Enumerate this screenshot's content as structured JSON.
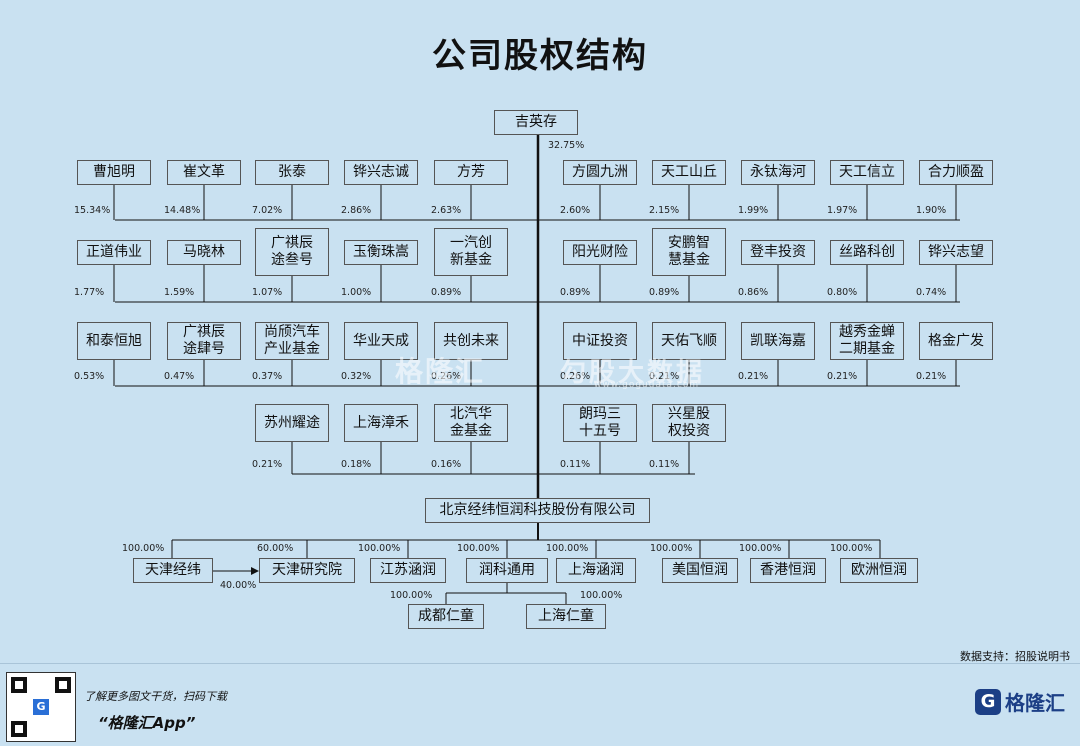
{
  "title": "公司股权结构",
  "root": {
    "name": "吉英存",
    "pct": "32.75%"
  },
  "shareholders": [
    {
      "name": "曹旭明",
      "pct": "15.34%"
    },
    {
      "name": "崔文革",
      "pct": "14.48%"
    },
    {
      "name": "张泰",
      "pct": "7.02%"
    },
    {
      "name": "铧兴志诚",
      "pct": "2.86%"
    },
    {
      "name": "方芳",
      "pct": "2.63%"
    },
    {
      "name": "方圆九洲",
      "pct": "2.60%"
    },
    {
      "name": "天工山丘",
      "pct": "2.15%"
    },
    {
      "name": "永钛海河",
      "pct": "1.99%"
    },
    {
      "name": "天工信立",
      "pct": "1.97%"
    },
    {
      "name": "合力顺盈",
      "pct": "1.90%"
    },
    {
      "name": "正道伟业",
      "pct": "1.77%"
    },
    {
      "name": "马晓林",
      "pct": "1.59%"
    },
    {
      "name": "广祺辰途叁号",
      "pct": "1.07%"
    },
    {
      "name": "玉衡珠嵩",
      "pct": "1.00%"
    },
    {
      "name": "一汽创新基金",
      "pct": "0.89%"
    },
    {
      "name": "阳光财险",
      "pct": "0.89%"
    },
    {
      "name": "安鹏智慧基金",
      "pct": "0.89%"
    },
    {
      "name": "登丰投资",
      "pct": "0.86%"
    },
    {
      "name": "丝路科创",
      "pct": "0.80%"
    },
    {
      "name": "铧兴志望",
      "pct": "0.74%"
    },
    {
      "name": "和泰恒旭",
      "pct": "0.53%"
    },
    {
      "name": "广祺辰途肆号",
      "pct": "0.47%"
    },
    {
      "name": "尚颀汽车产业基金",
      "pct": "0.37%"
    },
    {
      "name": "华业天成",
      "pct": "0.32%"
    },
    {
      "name": "共创未来",
      "pct": "0.26%"
    },
    {
      "name": "中证投资",
      "pct": "0.26%"
    },
    {
      "name": "天佑飞顺",
      "pct": "0.21%"
    },
    {
      "name": "凯联海嘉",
      "pct": "0.21%"
    },
    {
      "name": "越秀金蝉二期基金",
      "pct": "0.21%"
    },
    {
      "name": "格金广发",
      "pct": "0.21%"
    },
    {
      "name": "苏州耀途",
      "pct": "0.21%"
    },
    {
      "name": "上海漳禾",
      "pct": "0.18%"
    },
    {
      "name": "北汽华金基金",
      "pct": "0.16%"
    },
    {
      "name": "朗玛三十五号",
      "pct": "0.11%"
    },
    {
      "name": "兴星股权投资",
      "pct": "0.11%"
    }
  ],
  "company": "北京经纬恒润科技股份有限公司",
  "subsidiaries": [
    {
      "name": "天津经纬",
      "pct": "100.00%"
    },
    {
      "name": "天津研究院",
      "pct": "60.00%"
    },
    {
      "name": "江苏涵润",
      "pct": "100.00%"
    },
    {
      "name": "润科通用",
      "pct": "100.00%"
    },
    {
      "name": "上海涵润",
      "pct": "100.00%"
    },
    {
      "name": "美国恒润",
      "pct": "100.00%"
    },
    {
      "name": "香港恒润",
      "pct": "100.00%"
    },
    {
      "name": "欧洲恒润",
      "pct": "100.00%"
    }
  ],
  "tianjin_to_institute_pct": "40.00%",
  "grandchildren": [
    {
      "name": "成都仁童",
      "pct": "100.00%"
    },
    {
      "name": "上海仁童",
      "pct": "100.00%"
    }
  ],
  "watermark": {
    "brand": "格隆汇",
    "slogan": "勾股大数据",
    "url": "www.gogudata.com"
  },
  "source": "数据支持：招股说明书",
  "footer": {
    "promo_line": "了解更多图文干货，扫码下载",
    "app_name": "“格隆汇App”",
    "qr_center": "G",
    "logo_mark": "G",
    "logo_text": "格隆汇"
  }
}
